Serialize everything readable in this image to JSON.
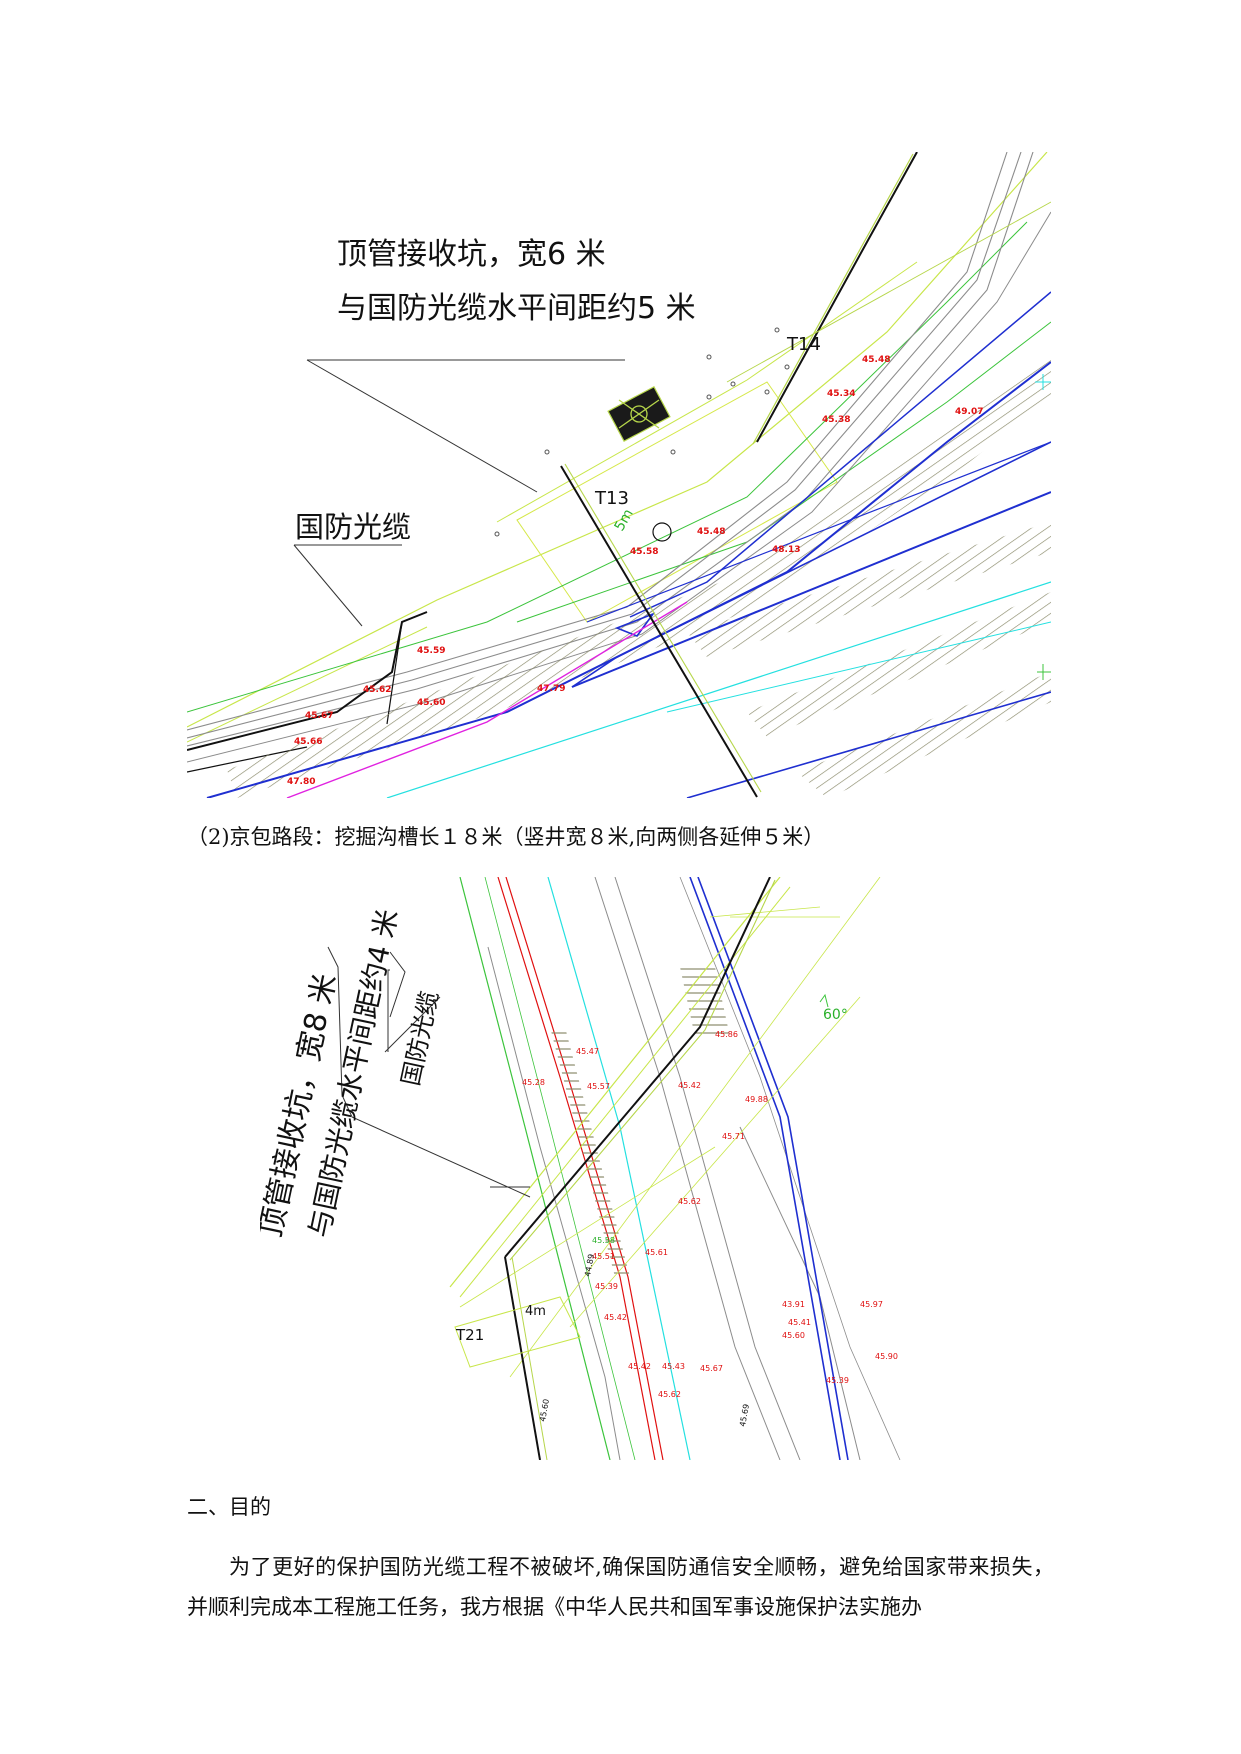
{
  "drawing1": {
    "note_line1": "顶管接收坑，宽6 米",
    "note_line2": "与国防光缆水平间距约5 米",
    "cable_label": "国防光缆",
    "tag_t14": "T14",
    "tag_t13": "T13",
    "dim_label": "5m",
    "elevations": [
      {
        "key": "e1",
        "text": "45.48"
      },
      {
        "key": "e2",
        "text": "45.34"
      },
      {
        "key": "e3",
        "text": "45.38"
      },
      {
        "key": "e4",
        "text": "49.07"
      },
      {
        "key": "e5",
        "text": "45.48"
      },
      {
        "key": "e6",
        "text": "45.58"
      },
      {
        "key": "e7",
        "text": "48.13"
      },
      {
        "key": "e8",
        "text": "45.59"
      },
      {
        "key": "e9",
        "text": "45.62"
      },
      {
        "key": "e10",
        "text": "45.60"
      },
      {
        "key": "e11",
        "text": "47.79"
      },
      {
        "key": "e12",
        "text": "45.67"
      },
      {
        "key": "e13",
        "text": "45.66"
      },
      {
        "key": "e14",
        "text": "47.80"
      }
    ]
  },
  "caption": "（2)京包路段：挖掘沟槽长１８米（竖井宽８米,向两侧各延伸５米）",
  "drawing2": {
    "note_line1": "顶管接收坑，宽8 米",
    "note_line2": "与国防光缆水平间距约4 米",
    "cable_label": "国防光缆",
    "tag_t21": "T21",
    "angle_label": "60°",
    "dim_label": "4m",
    "elevations": [
      {
        "key": "f1",
        "text": "45.86"
      },
      {
        "key": "f2",
        "text": "45.47"
      },
      {
        "key": "f3",
        "text": "45.28"
      },
      {
        "key": "f4",
        "text": "45.57"
      },
      {
        "key": "f5",
        "text": "45.42"
      },
      {
        "key": "f6",
        "text": "49.88"
      },
      {
        "key": "f7",
        "text": "45.71"
      },
      {
        "key": "f8",
        "text": "45.62"
      },
      {
        "key": "f9",
        "text": "45.58"
      },
      {
        "key": "f10",
        "text": "45.51"
      },
      {
        "key": "f11",
        "text": "45.61"
      },
      {
        "key": "f12",
        "text": "45.39"
      },
      {
        "key": "f13",
        "text": "45.42"
      },
      {
        "key": "f14",
        "text": "43.91"
      },
      {
        "key": "f15",
        "text": "45.41"
      },
      {
        "key": "f16",
        "text": "45.60"
      },
      {
        "key": "f17",
        "text": "45.97"
      },
      {
        "key": "f18",
        "text": "45.90"
      },
      {
        "key": "f19",
        "text": "45.42"
      },
      {
        "key": "f20",
        "text": "45.43"
      },
      {
        "key": "f21",
        "text": "45.67"
      },
      {
        "key": "f22",
        "text": "45.39"
      },
      {
        "key": "f23",
        "text": "45.62"
      },
      {
        "key": "f24",
        "text": "44.89"
      },
      {
        "key": "f25",
        "text": "45.60"
      },
      {
        "key": "f26",
        "text": "45.69"
      }
    ]
  },
  "section_heading": "二、目的",
  "paragraph": "为了更好的保护国防光缆工程不被破坏,确保国防通信安全顺畅，避免给国家带来损失，并顺利完成本工程施工任务，我方根据《中华人民共和国军事设施保护法实施办"
}
